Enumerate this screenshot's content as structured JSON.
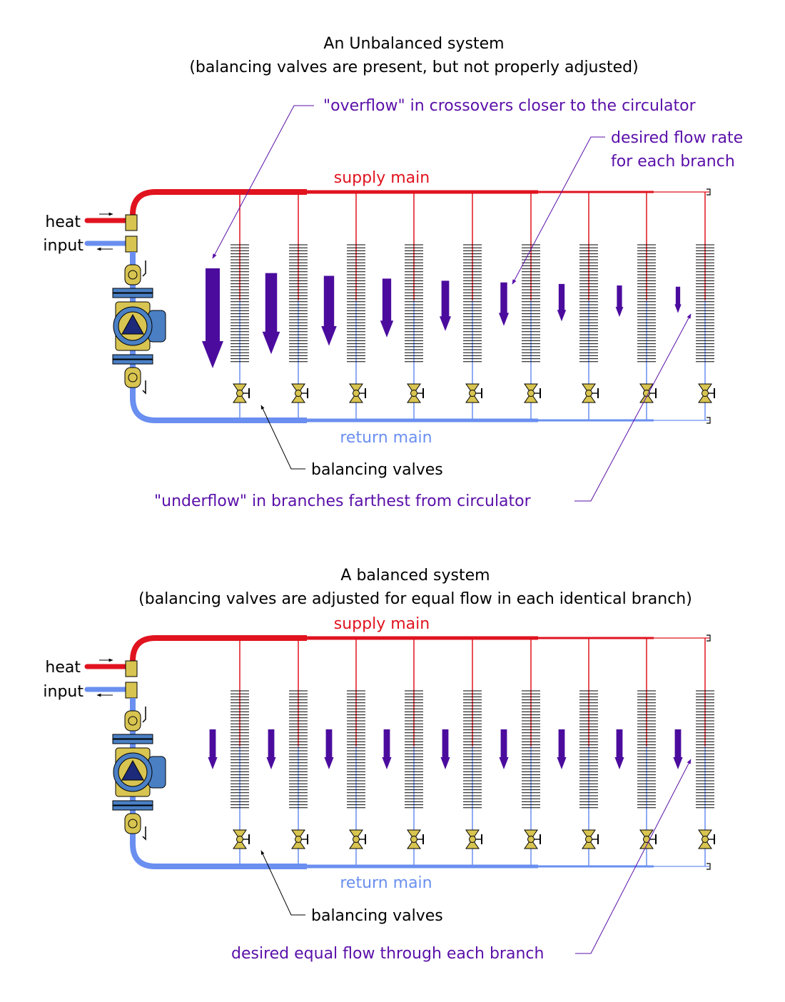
{
  "colors": {
    "supply": "#e0131f",
    "return": "#6a8ff0",
    "flow_arrow": "#4b0c9e",
    "annotation_purple": "#5a0fa8",
    "valve_brass": "#d8c451",
    "pump_blue": "#4a7fc4",
    "pump_triangle": "#1d2a7a",
    "text": "#000000"
  },
  "diagrams": [
    {
      "id": "unbalanced",
      "title": "An Unbalanced system",
      "subtitle": "(balancing valves are present, but not properly adjusted)",
      "supply_label": "supply main",
      "return_label": "return main",
      "heat_label": "heat",
      "input_label": "input",
      "valves_label": "balancing valves",
      "callouts": [
        "\"overflow\" in crossovers closer to the circulator",
        "desired flow rate",
        "for each branch",
        "\"underflow\" in branches farthest from circulator"
      ],
      "branch_flows": [
        1.0,
        0.78,
        0.65,
        0.52,
        0.42,
        0.34,
        0.27,
        0.2,
        0.14
      ]
    },
    {
      "id": "balanced",
      "title": "A balanced system",
      "subtitle": "(balancing valves are adjusted for equal flow in each identical branch)",
      "supply_label": "supply main",
      "return_label": "return main",
      "heat_label": "heat",
      "input_label": "input",
      "valves_label": "balancing valves",
      "callouts": [
        "desired equal flow through each branch"
      ],
      "branch_flows": [
        0.3,
        0.3,
        0.3,
        0.3,
        0.3,
        0.3,
        0.3,
        0.3,
        0.3
      ]
    }
  ]
}
